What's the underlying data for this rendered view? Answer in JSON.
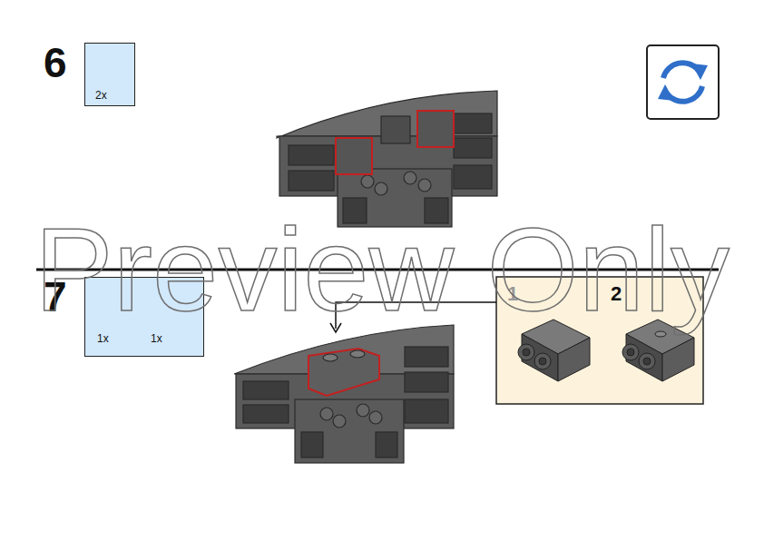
{
  "diagram": {
    "nodes": [
      {
        "text": [
          "2x"
        ]
      },
      {
        "text": [
          "1x",
          "1x"
        ]
      },
      {
        "text": [
          "1",
          "2"
        ]
      }
    ],
    "labels": [
      "6",
      "7",
      "Preview Only"
    ]
  }
}
